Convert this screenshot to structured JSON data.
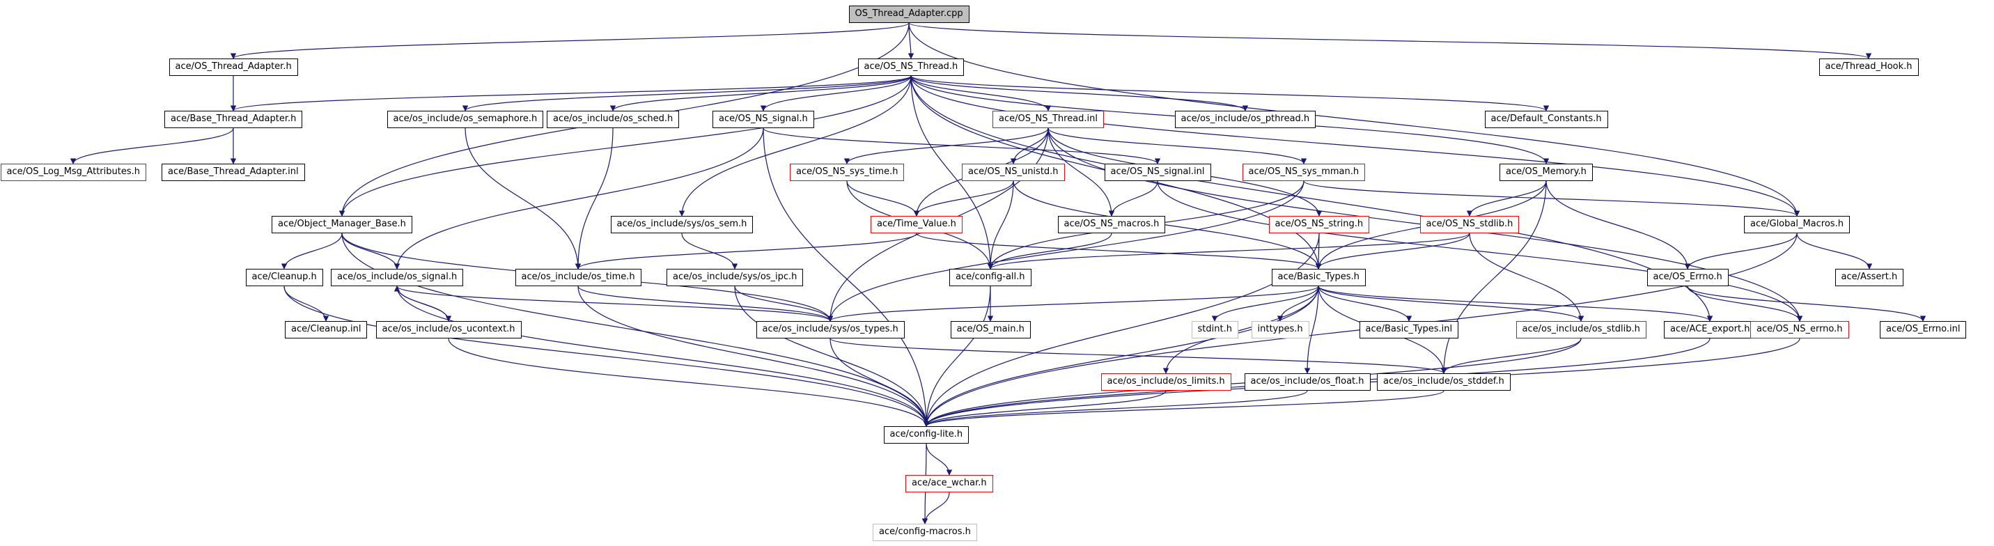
{
  "graph": {
    "edge_color": "#191970",
    "nodes": [
      {
        "id": "root",
        "label": "OS_Thread_Adapter.cpp",
        "style": "root"
      },
      {
        "id": "tadapter_h",
        "label": "ace/OS_Thread_Adapter.h",
        "style": "black"
      },
      {
        "id": "ns_thread_h",
        "label": "ace/OS_NS_Thread.h",
        "style": "black"
      },
      {
        "id": "thread_hook",
        "label": "ace/Thread_Hook.h",
        "style": "black"
      },
      {
        "id": "base_adapter_h",
        "label": "ace/Base_Thread_Adapter.h",
        "style": "black"
      },
      {
        "id": "os_semaphore",
        "label": "ace/os_include/os_semaphore.h",
        "style": "black"
      },
      {
        "id": "os_sched",
        "label": "ace/os_include/os_sched.h",
        "style": "black"
      },
      {
        "id": "ns_signal_h",
        "label": "ace/OS_NS_signal.h",
        "style": "black"
      },
      {
        "id": "ns_thread_inl",
        "label": "ace/OS_NS_Thread.inl",
        "style": "red"
      },
      {
        "id": "os_pthread",
        "label": "ace/os_include/os_pthread.h",
        "style": "black"
      },
      {
        "id": "default_const",
        "label": "ace/Default_Constants.h",
        "style": "black"
      },
      {
        "id": "log_msg_attr",
        "label": "ace/OS_Log_Msg_Attributes.h",
        "style": "red"
      },
      {
        "id": "base_adapter_inl",
        "label": "ace/Base_Thread_Adapter.inl",
        "style": "black"
      },
      {
        "id": "ns_sys_time",
        "label": "ace/OS_NS_sys_time.h",
        "style": "red"
      },
      {
        "id": "ns_unistd",
        "label": "ace/OS_NS_unistd.h",
        "style": "red"
      },
      {
        "id": "ns_signal_inl",
        "label": "ace/OS_NS_signal.inl",
        "style": "black"
      },
      {
        "id": "ns_sys_mman",
        "label": "ace/OS_NS_sys_mman.h",
        "style": "red"
      },
      {
        "id": "os_memory",
        "label": "ace/OS_Memory.h",
        "style": "black"
      },
      {
        "id": "obj_mgr_base",
        "label": "ace/Object_Manager_Base.h",
        "style": "black"
      },
      {
        "id": "os_sem",
        "label": "ace/os_include/sys/os_sem.h",
        "style": "black"
      },
      {
        "id": "time_value",
        "label": "ace/Time_Value.h",
        "style": "red"
      },
      {
        "id": "ns_macros",
        "label": "ace/OS_NS_macros.h",
        "style": "black"
      },
      {
        "id": "ns_string",
        "label": "ace/OS_NS_string.h",
        "style": "red"
      },
      {
        "id": "ns_stdlib_h",
        "label": "ace/OS_NS_stdlib.h",
        "style": "red"
      },
      {
        "id": "global_macros",
        "label": "ace/Global_Macros.h",
        "style": "black"
      },
      {
        "id": "cleanup_h",
        "label": "ace/Cleanup.h",
        "style": "black"
      },
      {
        "id": "os_signal",
        "label": "ace/os_include/os_signal.h",
        "style": "black"
      },
      {
        "id": "os_time",
        "label": "ace/os_include/os_time.h",
        "style": "black"
      },
      {
        "id": "os_ipc",
        "label": "ace/os_include/sys/os_ipc.h",
        "style": "black"
      },
      {
        "id": "config_all",
        "label": "ace/config-all.h",
        "style": "black"
      },
      {
        "id": "basic_types_h",
        "label": "ace/Basic_Types.h",
        "style": "black"
      },
      {
        "id": "os_errno_h",
        "label": "ace/OS_Errno.h",
        "style": "black"
      },
      {
        "id": "assert_h",
        "label": "ace/Assert.h",
        "style": "black"
      },
      {
        "id": "cleanup_inl",
        "label": "ace/Cleanup.inl",
        "style": "black"
      },
      {
        "id": "os_ucontext",
        "label": "ace/os_include/os_ucontext.h",
        "style": "black"
      },
      {
        "id": "os_types",
        "label": "ace/os_include/sys/os_types.h",
        "style": "black"
      },
      {
        "id": "os_main",
        "label": "ace/OS_main.h",
        "style": "black"
      },
      {
        "id": "stdint",
        "label": "stdint.h",
        "style": "gray"
      },
      {
        "id": "inttypes",
        "label": "inttypes.h",
        "style": "gray"
      },
      {
        "id": "basic_types_inl",
        "label": "ace/Basic_Types.inl",
        "style": "black"
      },
      {
        "id": "os_stdlib",
        "label": "ace/os_include/os_stdlib.h",
        "style": "red"
      },
      {
        "id": "ace_export",
        "label": "ace/ACE_export.h",
        "style": "black"
      },
      {
        "id": "ns_errno",
        "label": "ace/OS_NS_errno.h",
        "style": "red"
      },
      {
        "id": "os_errno_inl",
        "label": "ace/OS_Errno.inl",
        "style": "black"
      },
      {
        "id": "os_limits",
        "label": "ace/os_include/os_limits.h",
        "style": "red"
      },
      {
        "id": "os_float",
        "label": "ace/os_include/os_float.h",
        "style": "black"
      },
      {
        "id": "os_stddef",
        "label": "ace/os_include/os_stddef.h",
        "style": "black"
      },
      {
        "id": "config_lite",
        "label": "ace/config-lite.h",
        "style": "black"
      },
      {
        "id": "ace_wchar",
        "label": "ace/ace_wchar.h",
        "style": "red"
      },
      {
        "id": "config_macros",
        "label": "ace/config-macros.h",
        "style": "gray"
      }
    ],
    "edges": [
      [
        "root",
        "tadapter_h"
      ],
      [
        "root",
        "ns_thread_h"
      ],
      [
        "root",
        "thread_hook"
      ],
      [
        "root",
        "obj_mgr_base"
      ],
      [
        "root",
        "global_macros"
      ],
      [
        "tadapter_h",
        "base_adapter_h"
      ],
      [
        "ns_thread_h",
        "base_adapter_h"
      ],
      [
        "ns_thread_h",
        "os_semaphore"
      ],
      [
        "ns_thread_h",
        "os_sched"
      ],
      [
        "ns_thread_h",
        "ns_signal_h"
      ],
      [
        "ns_thread_h",
        "ns_thread_inl"
      ],
      [
        "ns_thread_h",
        "os_pthread"
      ],
      [
        "ns_thread_h",
        "default_const"
      ],
      [
        "ns_thread_h",
        "os_memory"
      ],
      [
        "ns_thread_h",
        "global_macros"
      ],
      [
        "ns_thread_h",
        "obj_mgr_base"
      ],
      [
        "ns_thread_h",
        "config_all"
      ],
      [
        "ns_thread_h",
        "os_sem"
      ],
      [
        "ns_thread_h",
        "basic_types_h"
      ],
      [
        "ns_thread_h",
        "ace_export"
      ],
      [
        "base_adapter_h",
        "log_msg_attr"
      ],
      [
        "base_adapter_h",
        "base_adapter_inl"
      ],
      [
        "os_semaphore",
        "os_time"
      ],
      [
        "os_sched",
        "os_time"
      ],
      [
        "ns_signal_h",
        "os_signal"
      ],
      [
        "ns_signal_h",
        "ns_signal_inl"
      ],
      [
        "ns_signal_h",
        "config_lite"
      ],
      [
        "ns_thread_inl",
        "ns_sys_time"
      ],
      [
        "ns_thread_inl",
        "ns_unistd"
      ],
      [
        "ns_thread_inl",
        "ns_sys_mman"
      ],
      [
        "ns_thread_inl",
        "ns_macros"
      ],
      [
        "ns_thread_inl",
        "time_value"
      ],
      [
        "ns_thread_inl",
        "ns_string"
      ],
      [
        "ns_thread_inl",
        "ns_errno"
      ],
      [
        "ns_thread_inl",
        "os_types"
      ],
      [
        "os_memory",
        "ns_stdlib_h"
      ],
      [
        "os_memory",
        "os_errno_h"
      ],
      [
        "os_memory",
        "basic_types_h"
      ],
      [
        "os_memory",
        "os_stddef"
      ],
      [
        "ns_sys_time",
        "time_value"
      ],
      [
        "ns_sys_time",
        "config_all"
      ],
      [
        "ns_unistd",
        "time_value"
      ],
      [
        "ns_unistd",
        "config_all"
      ],
      [
        "ns_unistd",
        "basic_types_h"
      ],
      [
        "ns_signal_inl",
        "ns_macros"
      ],
      [
        "ns_signal_inl",
        "ns_errno"
      ],
      [
        "ns_sys_mman",
        "config_all"
      ],
      [
        "ns_sys_mman",
        "os_types"
      ],
      [
        "ns_sys_mman",
        "global_macros"
      ],
      [
        "obj_mgr_base",
        "cleanup_h"
      ],
      [
        "obj_mgr_base",
        "os_signal"
      ],
      [
        "obj_mgr_base",
        "os_types"
      ],
      [
        "obj_mgr_base",
        "config_lite"
      ],
      [
        "os_sem",
        "os_ipc"
      ],
      [
        "time_value",
        "os_time"
      ],
      [
        "time_value",
        "basic_types_h"
      ],
      [
        "ns_macros",
        "config_all"
      ],
      [
        "ns_string",
        "basic_types_h"
      ],
      [
        "ns_string",
        "config_lite"
      ],
      [
        "ns_stdlib_h",
        "basic_types_h"
      ],
      [
        "ns_stdlib_h",
        "config_all"
      ],
      [
        "ns_stdlib_h",
        "os_stdlib"
      ],
      [
        "global_macros",
        "os_errno_h"
      ],
      [
        "global_macros",
        "assert_h"
      ],
      [
        "global_macros",
        "config_lite"
      ],
      [
        "cleanup_h",
        "cleanup_inl"
      ],
      [
        "cleanup_h",
        "config_lite"
      ],
      [
        "os_signal",
        "os_ucontext"
      ],
      [
        "os_signal",
        "os_types"
      ],
      [
        "os_signal",
        "config_lite"
      ],
      [
        "os_time",
        "os_types"
      ],
      [
        "os_time",
        "config_lite"
      ],
      [
        "os_ipc",
        "os_types"
      ],
      [
        "os_ipc",
        "config_lite"
      ],
      [
        "config_all",
        "os_main"
      ],
      [
        "config_all",
        "config_lite"
      ],
      [
        "basic_types_h",
        "os_types"
      ],
      [
        "basic_types_h",
        "stdint"
      ],
      [
        "basic_types_h",
        "inttypes"
      ],
      [
        "basic_types_h",
        "basic_types_inl"
      ],
      [
        "basic_types_h",
        "os_stdlib"
      ],
      [
        "basic_types_h",
        "ace_export"
      ],
      [
        "basic_types_h",
        "os_limits"
      ],
      [
        "basic_types_h",
        "os_float"
      ],
      [
        "basic_types_h",
        "os_stddef"
      ],
      [
        "basic_types_h",
        "config_lite"
      ],
      [
        "os_errno_h",
        "ns_errno"
      ],
      [
        "os_errno_h",
        "os_errno_inl"
      ],
      [
        "os_ucontext",
        "os_signal"
      ],
      [
        "os_ucontext",
        "config_lite"
      ],
      [
        "os_types",
        "os_stddef"
      ],
      [
        "os_types",
        "config_lite"
      ],
      [
        "os_stdlib",
        "os_stddef"
      ],
      [
        "os_stdlib",
        "config_lite"
      ],
      [
        "ace_export",
        "config_lite"
      ],
      [
        "ns_errno",
        "config_lite"
      ],
      [
        "os_limits",
        "config_lite"
      ],
      [
        "os_float",
        "config_lite"
      ],
      [
        "os_stddef",
        "config_lite"
      ],
      [
        "config_lite",
        "ace_wchar"
      ],
      [
        "config_lite",
        "config_macros"
      ],
      [
        "ace_wchar",
        "config_macros"
      ]
    ]
  }
}
